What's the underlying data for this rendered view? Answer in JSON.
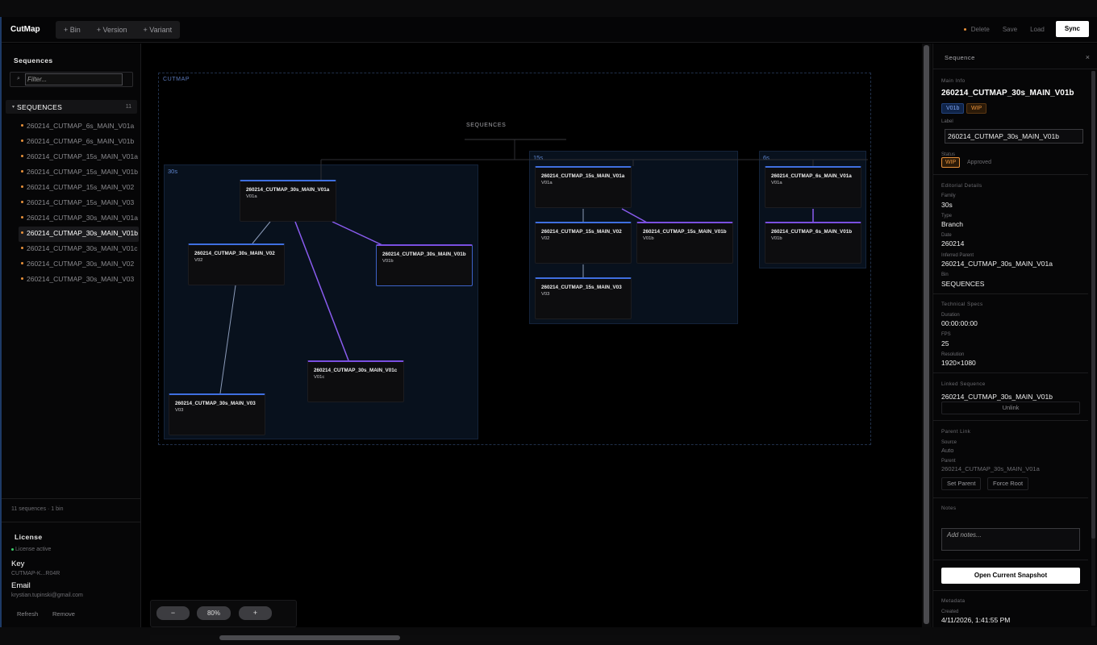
{
  "app": {
    "title": "CutMap"
  },
  "toolbar": {
    "add_bin": "+ Bin",
    "add_version": "+ Version",
    "add_variant": "+ Variant",
    "delete": "Delete",
    "save": "Save",
    "load": "Load",
    "sync": "Sync"
  },
  "sidebar": {
    "title": "Sequences",
    "filter_placeholder": "Filter...",
    "bin_label": "SEQUENCES",
    "bin_count": "11",
    "items": [
      "260214_CUTMAP_6s_MAIN_V01a",
      "260214_CUTMAP_6s_MAIN_V01b",
      "260214_CUTMAP_15s_MAIN_V01a",
      "260214_CUTMAP_15s_MAIN_V01b",
      "260214_CUTMAP_15s_MAIN_V02",
      "260214_CUTMAP_15s_MAIN_V03",
      "260214_CUTMAP_30s_MAIN_V01a",
      "260214_CUTMAP_30s_MAIN_V01b",
      "260214_CUTMAP_30s_MAIN_V01c",
      "260214_CUTMAP_30s_MAIN_V02",
      "260214_CUTMAP_30s_MAIN_V03"
    ],
    "active_index": 7,
    "footer": "11 sequences · 1 bin",
    "license": {
      "title": "License",
      "status": "License active",
      "key_label": "Key",
      "key_value": "CUTMAP-K...R04R",
      "email_label": "Email",
      "email_value": "krystian.tupinski@gmail.com",
      "refresh": "Refresh",
      "remove": "Remove"
    }
  },
  "canvas": {
    "frame_label": "CUTMAP",
    "root_label": "SEQUENCES",
    "groups": {
      "g30": "30s",
      "g15": "15s",
      "g6": "6s"
    },
    "nodes": {
      "n30a": {
        "title": "260214_CUTMAP_30s_MAIN_V01a",
        "version": "V01a"
      },
      "n30v02": {
        "title": "260214_CUTMAP_30s_MAIN_V02",
        "version": "V02"
      },
      "n30b": {
        "title": "260214_CUTMAP_30s_MAIN_V01b",
        "version": "V01b"
      },
      "n30c": {
        "title": "260214_CUTMAP_30s_MAIN_V01c",
        "version": "V01c"
      },
      "n30v03": {
        "title": "260214_CUTMAP_30s_MAIN_V03",
        "version": "V03"
      },
      "n15a": {
        "title": "260214_CUTMAP_15s_MAIN_V01a",
        "version": "V01a"
      },
      "n15v02": {
        "title": "260214_CUTMAP_15s_MAIN_V02",
        "version": "V02"
      },
      "n15b": {
        "title": "260214_CUTMAP_15s_MAIN_V01b",
        "version": "V01b"
      },
      "n15v03": {
        "title": "260214_CUTMAP_15s_MAIN_V03",
        "version": "V03"
      },
      "n6a": {
        "title": "260214_CUTMAP_6s_MAIN_V01a",
        "version": "V01a"
      },
      "n6b": {
        "title": "260214_CUTMAP_6s_MAIN_V01b",
        "version": "V01b"
      }
    },
    "zoom": {
      "minus": "−",
      "level": "80%",
      "plus": "+"
    }
  },
  "panel": {
    "title": "Sequence",
    "close": "×",
    "main_info_label": "Main Info",
    "main_title": "260214_CUTMAP_30s_MAIN_V01b",
    "badge_version": "V01b",
    "badge_status": "WIP",
    "label_label": "Label",
    "label_value": "260214_CUTMAP_30s_MAIN_V01b",
    "status_label": "Status",
    "status_wip": "WIP",
    "status_approved": "Approved",
    "editorial_label": "Editorial Details",
    "family_label": "Family",
    "family_value": "30s",
    "type_label": "Type",
    "type_value": "Branch",
    "date_label": "Date",
    "date_value": "260214",
    "inferred_parent_label": "Inferred Parent",
    "inferred_parent_value": "260214_CUTMAP_30s_MAIN_V01a",
    "bin_label": "Bin",
    "bin_value": "SEQUENCES",
    "tech_label": "Technical Specs",
    "duration_label": "Duration",
    "duration_value": "00:00:00:00",
    "fps_label": "FPS",
    "fps_value": "25",
    "resolution_label": "Resolution",
    "resolution_value": "1920×1080",
    "linked_label": "Linked Sequence",
    "linked_value": "260214_CUTMAP_30s_MAIN_V01b",
    "unlink": "Unlink",
    "parent_link_label": "Parent Link",
    "source_label": "Source",
    "source_value": "Auto",
    "parent_label": "Parent",
    "parent_value": "260214_CUTMAP_30s_MAIN_V01a",
    "set_parent": "Set Parent",
    "force_root": "Force Root",
    "notes_label": "Notes",
    "notes_placeholder": "Add notes...",
    "snapshot": "Open Current Snapshot",
    "metadata_label": "Metadata",
    "created_label": "Created",
    "created_value": "4/11/2026, 1:41:55 PM"
  },
  "colors": {
    "accent_blue": "#3f6fe0",
    "accent_purple": "#7a4fe0",
    "wip_orange": "#e8913a",
    "license_green": "#3ccf6a"
  }
}
